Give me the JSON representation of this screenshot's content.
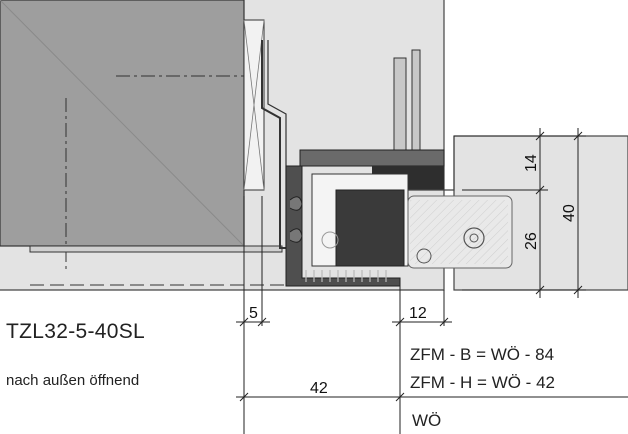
{
  "product": {
    "model": "TZL32-5-40SL",
    "description": "nach außen öffnend"
  },
  "formulas": {
    "zfm_b": "ZFM - B = WÖ - 84",
    "zfm_h": "ZFM - H = WÖ - 42"
  },
  "opening_label": "WÖ",
  "dimensions": {
    "d5": "5",
    "d12": "12",
    "d42": "42",
    "d14": "14",
    "d26": "26",
    "d40": "40"
  },
  "colors": {
    "wall": "#dcdcdc",
    "door_leaf": "#9a9a9a",
    "profile": "#555555",
    "line": "#222222"
  }
}
